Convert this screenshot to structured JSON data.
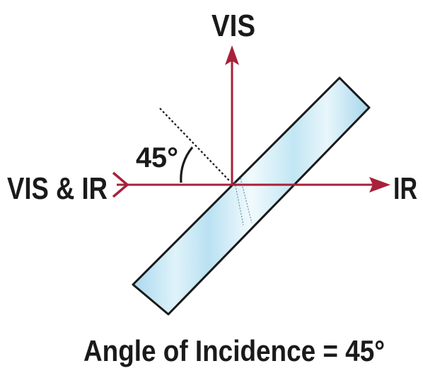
{
  "labels": {
    "vis_output": "VIS",
    "input_beam": "VIS & IR",
    "ir_output": "IR",
    "angle_value": "45°",
    "caption": "Angle of Incidence = 45°"
  },
  "colors": {
    "beam": "#a8203a",
    "optic_fill_light": "#eaf7fb",
    "optic_fill_dark": "#b6def0",
    "optic_outline": "#1a1a1a",
    "text": "#1a1a1a"
  },
  "icons": {
    "input_marker": "chevron-tail",
    "output_marker": "arrowhead"
  }
}
